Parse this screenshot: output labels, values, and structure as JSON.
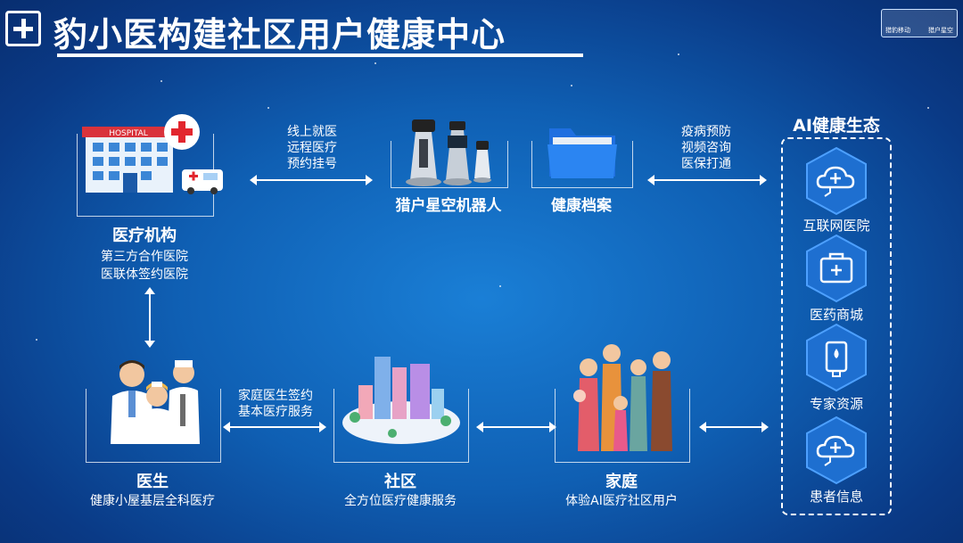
{
  "header": {
    "title": "豹小医构建社区用户健康中心",
    "logo_left": "猎豹移动",
    "logo_right": "猎户星空"
  },
  "nodes": {
    "hospital": {
      "sign": "HOSPITAL",
      "title": "医疗机构",
      "lines": [
        "第三方合作医院",
        "医联体签约医院"
      ]
    },
    "robot": {
      "title": "猎户星空机器人"
    },
    "archive": {
      "title": "健康档案"
    },
    "doctor": {
      "title": "医生",
      "lines": [
        "健康小屋基层全科医疗"
      ]
    },
    "community": {
      "title": "社区",
      "lines": [
        "全方位医疗健康服务"
      ]
    },
    "family": {
      "title": "家庭",
      "lines": [
        "体验AI医疗社区用户"
      ]
    }
  },
  "edges": {
    "hospital_robot": [
      "线上就医",
      "远程医疗",
      "预约挂号"
    ],
    "archive_eco": [
      "疫病预防",
      "视频咨询",
      "医保打通"
    ],
    "doctor_community": [
      "家庭医生签约",
      "基本医疗服务"
    ]
  },
  "ecosystem": {
    "title": "AI健康生态",
    "items": [
      {
        "label": "互联网医院",
        "icon": "cloud-medical-icon"
      },
      {
        "label": "医药商城",
        "icon": "medical-kit-icon"
      },
      {
        "label": "专家资源",
        "icon": "device-drop-icon"
      },
      {
        "label": "患者信息",
        "icon": "cloud-medical-icon"
      }
    ]
  },
  "colors": {
    "accent": "#ffffff",
    "bg_center": "#1a7fd6",
    "hex_fill": "#1e6fd0"
  }
}
